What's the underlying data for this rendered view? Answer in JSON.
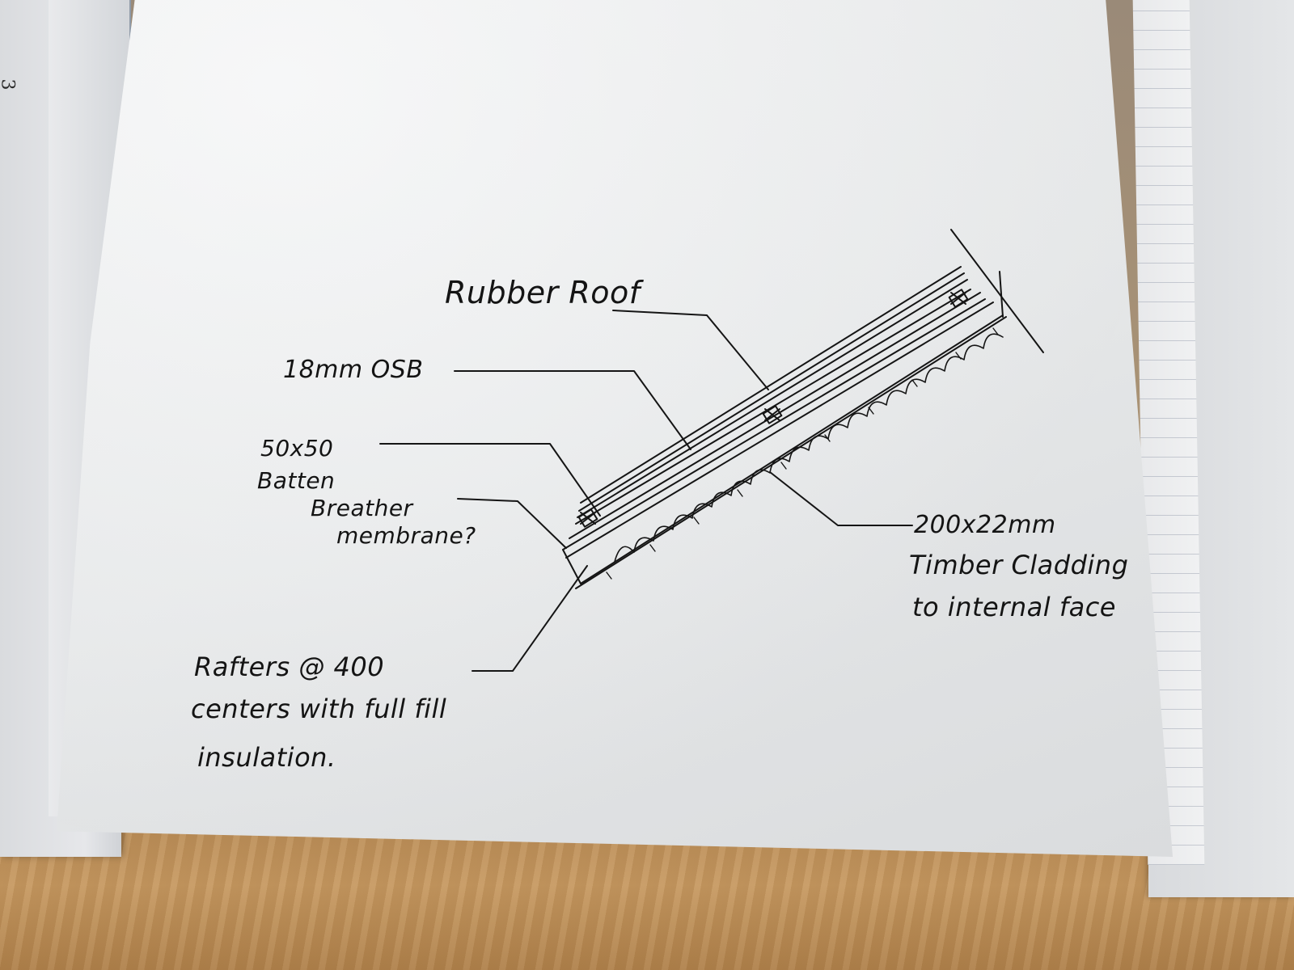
{
  "page_number": "3",
  "labels": {
    "rubber_roof": "Rubber Roof",
    "osb": "18mm OSB",
    "batten_line1": "50x50",
    "batten_line2": "Batten",
    "breather_line1": "Breather",
    "breather_line2": "membrane?",
    "cladding_line1": "200x22mm",
    "cladding_line2": "Timber Cladding",
    "cladding_line3": "to internal face",
    "rafters_line1": "Rafters @ 400",
    "rafters_line2": "centers with full fill",
    "rafters_line3": "insulation."
  }
}
